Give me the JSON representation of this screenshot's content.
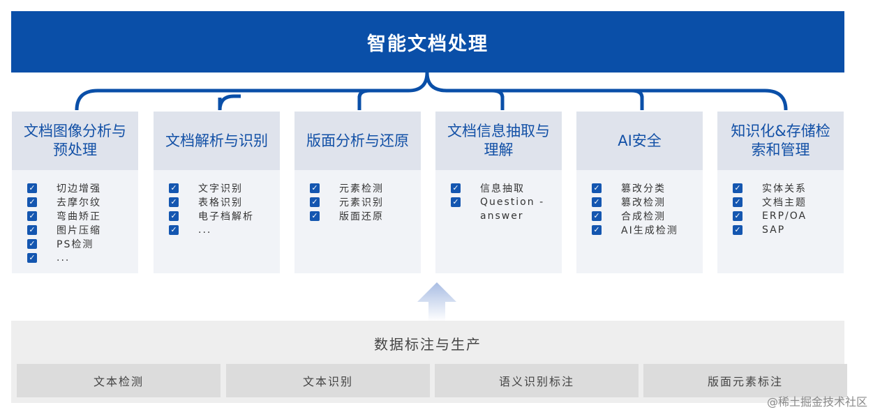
{
  "title": "智能文档处理",
  "columns": [
    {
      "title": "文档图像分析与预处理",
      "items": [
        "切边增强",
        "去摩尔纹",
        "弯曲矫正",
        "图片压缩",
        "PS检测",
        "..."
      ]
    },
    {
      "title": "文档解析与识别",
      "items": [
        "文字识别",
        "表格识别",
        "电子档解析",
        "..."
      ]
    },
    {
      "title": "版面分析与还原",
      "items": [
        "元素检测",
        "元素识别",
        "版面还原"
      ]
    },
    {
      "title": "文档信息抽取与理解",
      "items": [
        "信息抽取",
        "Question -answer"
      ]
    },
    {
      "title": "AI安全",
      "items": [
        "篡改分类",
        "篡改检测",
        "合成检测",
        "AI生成检测"
      ]
    },
    {
      "title": "知识化&存储检索和管理",
      "items": [
        "实体关系",
        "文档主题",
        "ERP/OA",
        "SAP"
      ]
    }
  ],
  "bottom": {
    "title": "数据标注与生产",
    "subs": [
      "文本检测",
      "文本识别",
      "语义识别标注",
      "版面元素标注"
    ]
  },
  "watermark": "@稀土掘金技术社区"
}
